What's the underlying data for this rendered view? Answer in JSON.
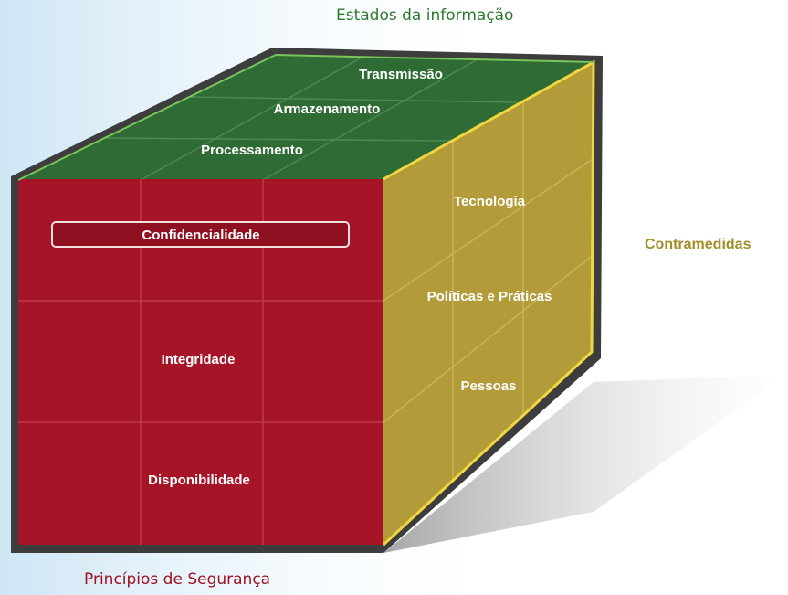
{
  "diagram": {
    "title_top": "Estados da informação",
    "label_right": "Contramedidas",
    "label_bottom": "Princípios de Segurança",
    "top_face": {
      "color": "#2f6b34",
      "items": [
        "Transmissão",
        "Armazenamento",
        "Processamento"
      ]
    },
    "front_face": {
      "color": "#a61427",
      "highlighted": "Confidencialidade",
      "items": [
        "Confidencialidade",
        "Integridade",
        "Disponibilidade"
      ]
    },
    "side_face": {
      "color": "#b39b3a",
      "items": [
        "Tecnologia",
        "Políticas e Práticas",
        "Pessoas"
      ]
    }
  }
}
